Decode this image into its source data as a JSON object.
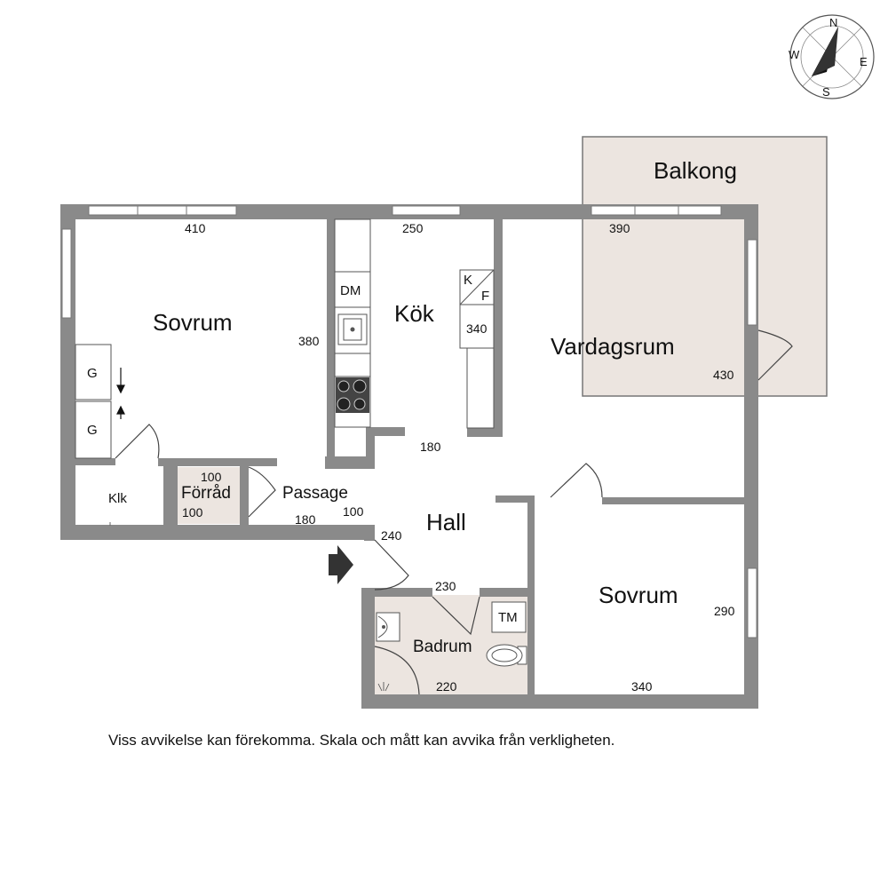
{
  "compass": {
    "north": "N",
    "south": "S",
    "east": "E",
    "west": "W"
  },
  "rooms": {
    "balcony": "Balkong",
    "bedroom_main": "Sovrum",
    "kitchen": "Kök",
    "living_room": "Vardagsrum",
    "storage": "Förråd",
    "passage": "Passage",
    "closet": "Klk",
    "hall": "Hall",
    "bathroom": "Badrum",
    "bedroom_small": "Sovrum"
  },
  "dimensions": {
    "bedroom_main_width": "410",
    "bedroom_main_depth": "380",
    "kitchen_width": "250",
    "kitchen_depth": "340",
    "living_width": "390",
    "living_depth": "430",
    "hall_upper": "180",
    "storage_top": "100",
    "storage_side": "100",
    "passage_width": "180",
    "passage_side": "100",
    "hall_depth": "240",
    "bathroom_top": "230",
    "bathroom_bottom": "220",
    "bedroom_small_depth": "290",
    "bedroom_small_width": "340"
  },
  "fixtures": {
    "dishwasher": "DM",
    "fridge": "K",
    "freezer": "F",
    "wardrobe_1": "G",
    "wardrobe_2": "G",
    "washing_machine": "TM"
  },
  "disclaimer": "Viss avvikelse kan förekomma. Skala och mått kan avvika från verkligheten."
}
